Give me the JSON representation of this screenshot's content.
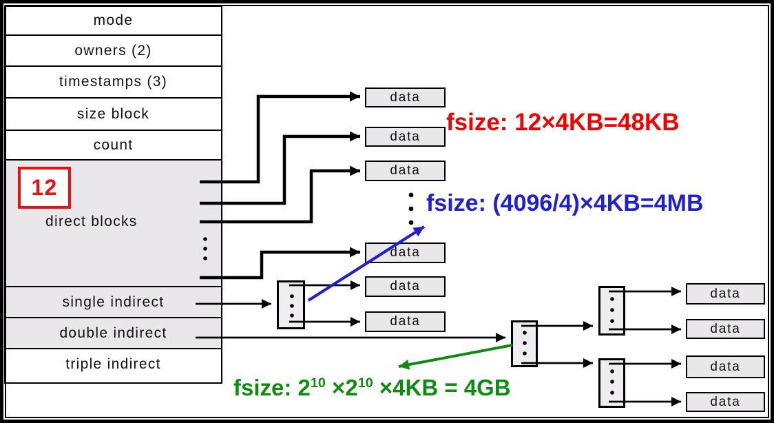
{
  "inode_table": {
    "rows": [
      {
        "label": "mode"
      },
      {
        "label": "owners (2)"
      },
      {
        "label": "timestamps (3)"
      },
      {
        "label": "size block"
      },
      {
        "label": "count"
      },
      {
        "label": "direct blocks"
      },
      {
        "label": "single indirect"
      },
      {
        "label": "double indirect"
      },
      {
        "label": "triple indirect"
      }
    ],
    "direct_blocks_count": "12"
  },
  "data_blocks": {
    "label": "data",
    "count": 10
  },
  "annotations": {
    "direct_fsize": {
      "text": "fsize: 12×4KB=48KB",
      "color": "#ee0000"
    },
    "single_indirect_fsize": {
      "text": "fsize: (4096/4)×4KB=4MB",
      "color": "#2121cc"
    },
    "double_indirect_fsize": {
      "prefix": "fsize: 2",
      "sup_a": "10",
      "mid": " ×2",
      "sup_b": "10",
      "suffix": " ×4KB = 4GB",
      "color": "#118a11"
    }
  },
  "symbols": {
    "vertical_ellipsis": "⋮"
  },
  "colors": {
    "shaded_cell": "#e9e7e9",
    "data_box_fill": "#e9e7e9",
    "badge_red": "#e81212",
    "line_black": "#000000"
  }
}
